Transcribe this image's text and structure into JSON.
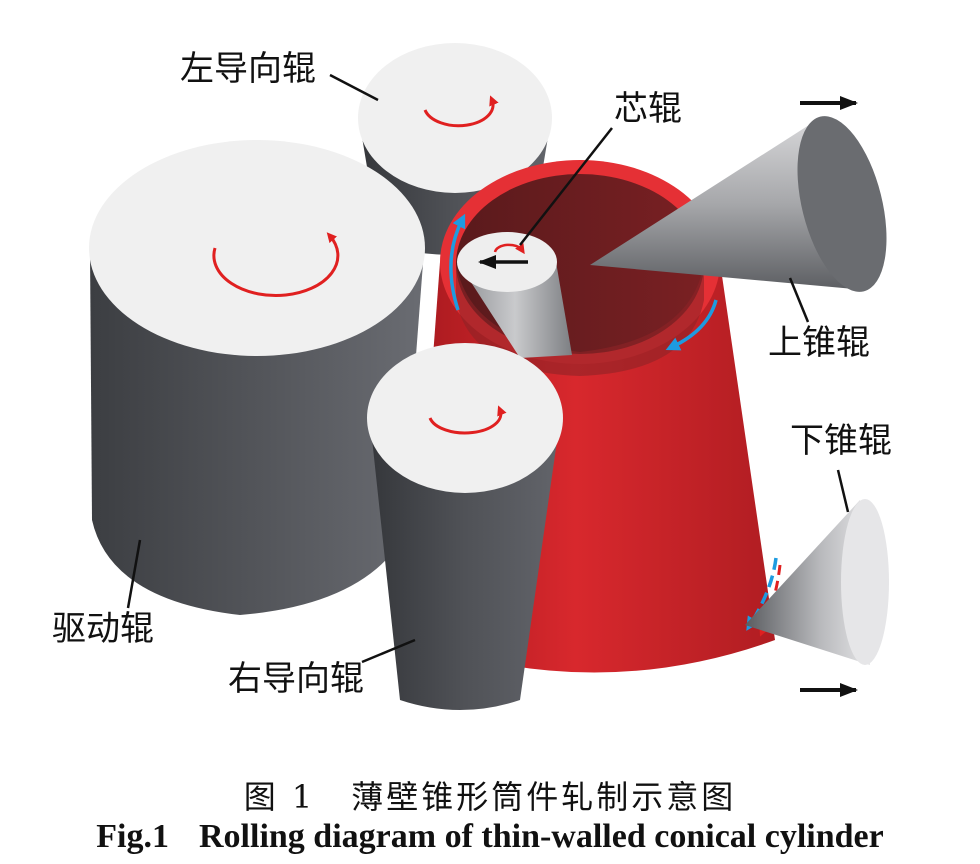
{
  "labels": {
    "left_guide_roller": "左导向辊",
    "core_roller": "芯辊",
    "upper_cone_roller": "上锥辊",
    "lower_cone_roller": "下锥辊",
    "drive_roller": "驱动辊",
    "right_guide_roller": "右导向辊"
  },
  "caption": {
    "zh_number": "图 1",
    "zh_title": "薄壁锥形筒件轧制示意图",
    "en_number": "Fig.1",
    "en_title": "Rolling diagram of thin-walled conical cylinder"
  },
  "colors": {
    "roller_top": "#f0f0f0",
    "roller_side": "#4a4c50",
    "workpiece": "#d42a2e",
    "rotation_arrow": "#e02020",
    "feed_arrow": "#1e9be0",
    "motion_arrow": "#111111"
  }
}
